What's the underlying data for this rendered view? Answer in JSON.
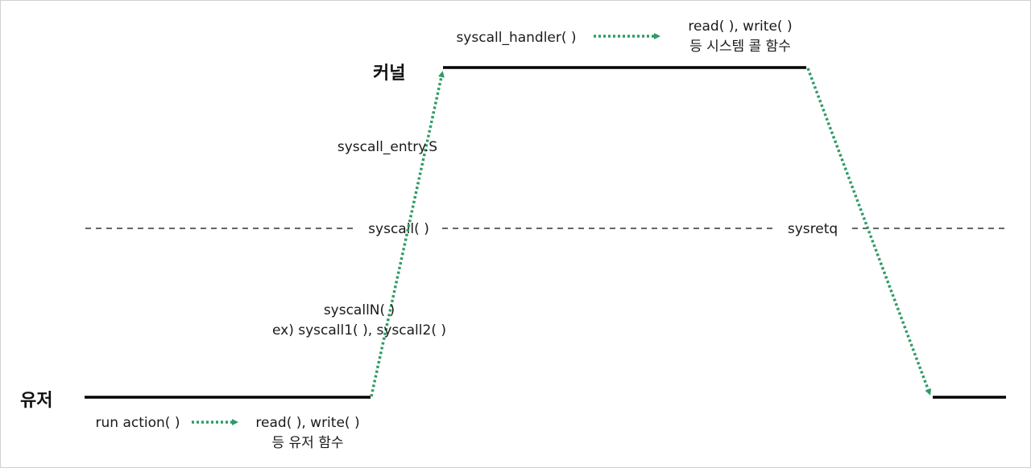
{
  "levels": {
    "kernel": "커널",
    "user": "유저"
  },
  "boundary": {
    "syscall": "syscall( )",
    "sysretq": "sysretq"
  },
  "user_side": {
    "run_action": "run action( )",
    "user_func_line1": "read( ), write( )",
    "user_func_line2": "등 유저 함수",
    "syscallN_line1": "syscallN( )",
    "syscallN_line2": "ex) syscall1( ), syscall2( )"
  },
  "kernel_side": {
    "entry": "syscall_entry.S",
    "handler": "syscall_handler( )",
    "sys_func_line1": "read( ), write( )",
    "sys_func_line2": "등 시스템 콜 함수"
  },
  "colors": {
    "arrow": "#2e9b64",
    "level_line": "#000000",
    "boundary_line": "#333333"
  }
}
